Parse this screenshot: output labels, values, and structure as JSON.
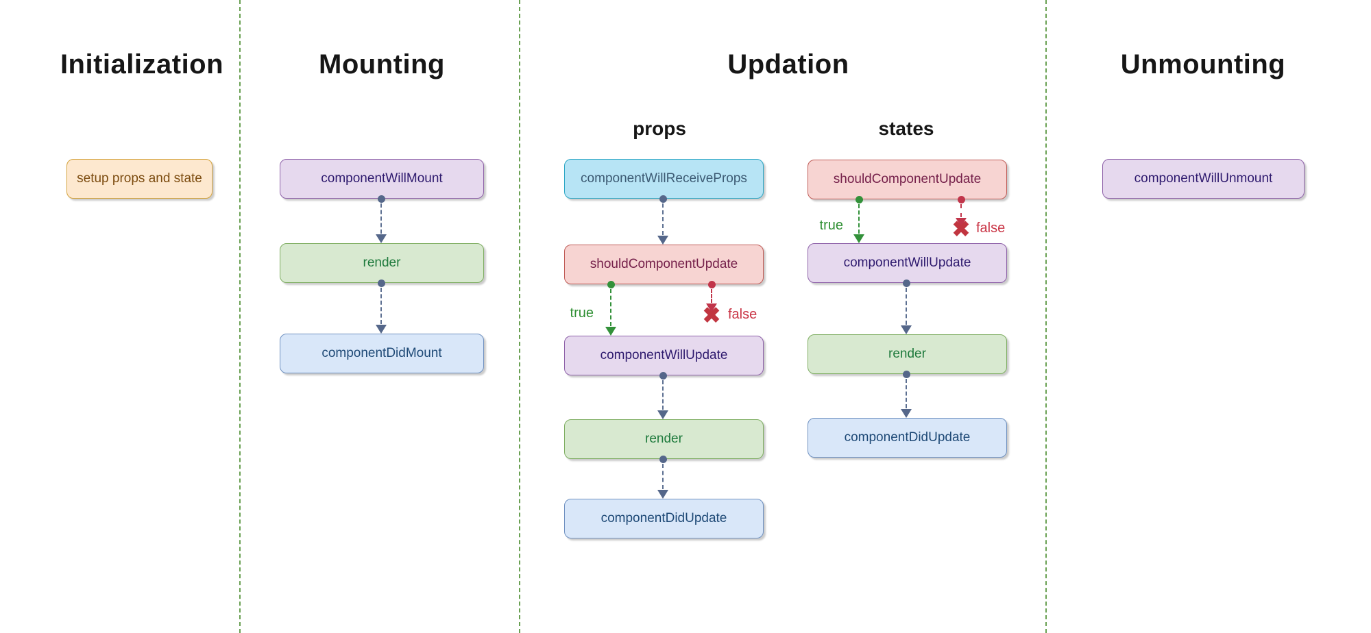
{
  "colors": {
    "separator": "#69a052",
    "arrow": "#55678a",
    "true_branch": "#2f8f33",
    "false_branch": "#c93445",
    "node_orange": {
      "fill": "#fde8cf",
      "stroke": "#d3a139",
      "text": "#7c4c10"
    },
    "node_purple": {
      "fill": "#e6d9ee",
      "stroke": "#8d60a8",
      "text": "#2e1a6e"
    },
    "node_green": {
      "fill": "#d8e9d0",
      "stroke": "#7dad60",
      "text": "#1e7a3c"
    },
    "node_blue": {
      "fill": "#d9e7f9",
      "stroke": "#6e90c0",
      "text": "#1e4976"
    },
    "node_cyan": {
      "fill": "#b7e4f5",
      "stroke": "#2ba6c4",
      "text": "#3c5a73"
    },
    "node_red": {
      "fill": "#f7d4d2",
      "stroke": "#bf5a55",
      "text": "#75204a"
    }
  },
  "icons": {
    "reject": "✖"
  },
  "phases": {
    "initialization": {
      "title": "Initialization",
      "nodes": {
        "setup": {
          "label": "setup props and state"
        }
      }
    },
    "mounting": {
      "title": "Mounting",
      "nodes": {
        "will_mount": {
          "label": "componentWillMount"
        },
        "render": {
          "label": "render"
        },
        "did_mount": {
          "label": "componentDidMount"
        }
      }
    },
    "updation": {
      "title": "Updation",
      "props": {
        "title": "props",
        "nodes": {
          "will_receive_props": {
            "label": "componentWillReceiveProps"
          },
          "should_update": {
            "label": "shouldComponentUpdate"
          },
          "will_update": {
            "label": "componentWillUpdate"
          },
          "render": {
            "label": "render"
          },
          "did_update": {
            "label": "componentDidUpdate"
          }
        },
        "branches": {
          "true_label": "true",
          "false_label": "false"
        }
      },
      "states": {
        "title": "states",
        "nodes": {
          "should_update": {
            "label": "shouldComponentUpdate"
          },
          "will_update": {
            "label": "componentWillUpdate"
          },
          "render": {
            "label": "render"
          },
          "did_update": {
            "label": "componentDidUpdate"
          }
        },
        "branches": {
          "true_label": "true",
          "false_label": "false"
        }
      }
    },
    "unmounting": {
      "title": "Unmounting",
      "nodes": {
        "will_unmount": {
          "label": "componentWillUnmount"
        }
      }
    }
  }
}
